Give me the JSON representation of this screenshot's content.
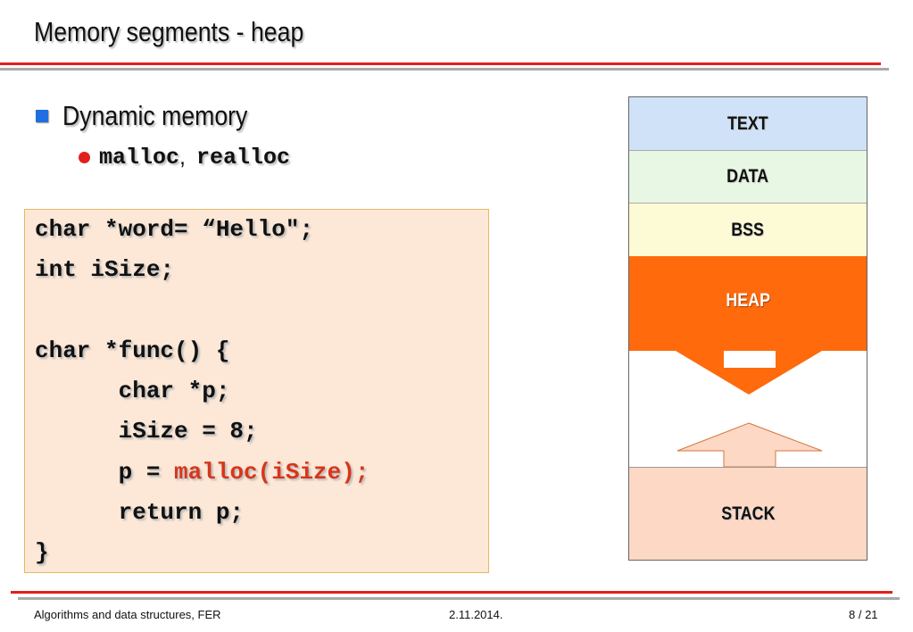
{
  "slide": {
    "title": "Memory segments - heap",
    "bullet": "Dynamic memory",
    "sub_bullet": {
      "item1": "malloc",
      "separator": ",",
      "item2": "realloc"
    }
  },
  "code": {
    "line1": "char *word= “Hello\";",
    "line2": "int iSize;",
    "line3": "char *func() {",
    "line4": "      char *p;",
    "line5": "      iSize = 8;",
    "line6_prefix": "      p = ",
    "line6_highlight": "malloc(iSize);",
    "line7": "      return p;",
    "line8": "}",
    "highlight_color": "#d6361c"
  },
  "memory_diagram": {
    "segments": [
      "TEXT",
      "DATA",
      "BSS",
      "HEAP",
      "STACK"
    ],
    "colors": {
      "text": "#cfe2f7",
      "data": "#e8f7e4",
      "bss": "#fdfbd6",
      "heap": "#ff6a0d",
      "stack": "#fdd8c5"
    },
    "heap_arrow": "down",
    "stack_arrow": "up"
  },
  "footer": {
    "course": "Algorithms and data structures, FER",
    "date": "2.11.2014.",
    "page": "8 / 21"
  }
}
